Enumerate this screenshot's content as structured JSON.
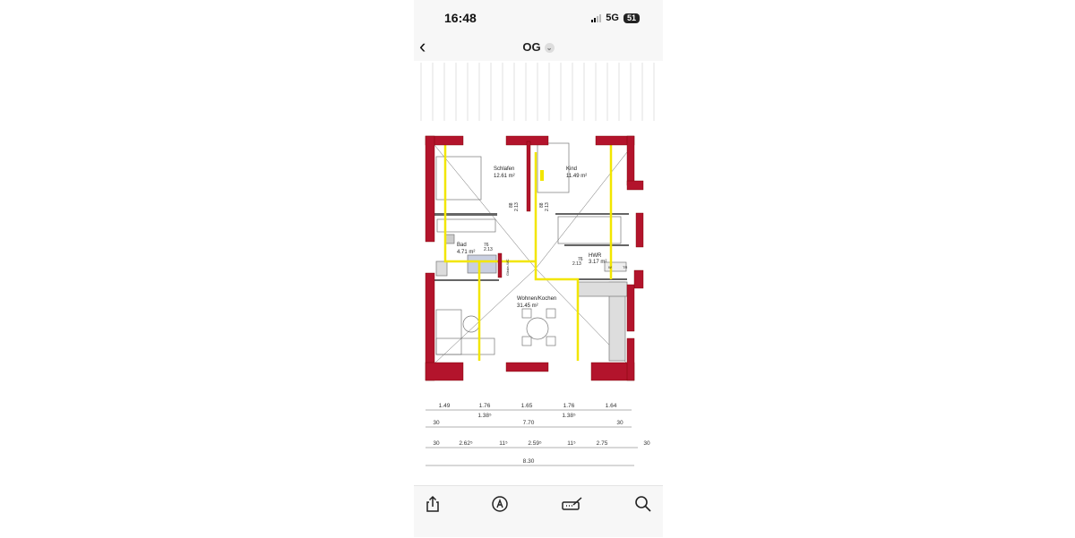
{
  "status_bar": {
    "time": "16:48",
    "network": "5G",
    "battery": "51",
    "signal_bars": 2
  },
  "nav": {
    "back_icon": "chevron-left-icon",
    "title": "OG",
    "title_menu_icon": "chevron-down-icon"
  },
  "colors": {
    "wall": "#b3142c",
    "ducts": "#f2e600",
    "lines": "#555555"
  },
  "rooms": [
    {
      "name": "Schlafen",
      "area": "12.61 m²"
    },
    {
      "name": "Kind",
      "area": "11.49 m²"
    },
    {
      "name": "Bad",
      "area": "4.71 m²"
    },
    {
      "name": "HWR",
      "area": "3.17 m²"
    },
    {
      "name": "Wohnen/Kochen",
      "area": "31.45 m²"
    }
  ],
  "door_labels": {
    "d1a": "88",
    "d1b": "2.13",
    "d2a": "88",
    "d2b": "2.13",
    "d3a": "76",
    "d3b": "2.13",
    "d4a": "76",
    "d4b": "2.13"
  },
  "misc_labels": {
    "gaeste": "Gäste-WC",
    "wm": "W",
    "tr": "TR"
  },
  "dimensions": {
    "row1": [
      "1.49",
      "1.76",
      "1.65",
      "1.76",
      "1.64"
    ],
    "row1_sub": [
      "1.38⁵",
      "1.38⁵"
    ],
    "row2": [
      "30",
      "7.70",
      "30"
    ],
    "row3": [
      "30",
      "2.62⁵",
      "11⁵",
      "2.59⁵",
      "11⁵",
      "2.75",
      "30"
    ],
    "row4": [
      "8.30"
    ]
  },
  "toolbar": [
    {
      "icon": "share-icon"
    },
    {
      "icon": "markup-icon"
    },
    {
      "icon": "signature-icon"
    },
    {
      "icon": "search-icon"
    }
  ]
}
